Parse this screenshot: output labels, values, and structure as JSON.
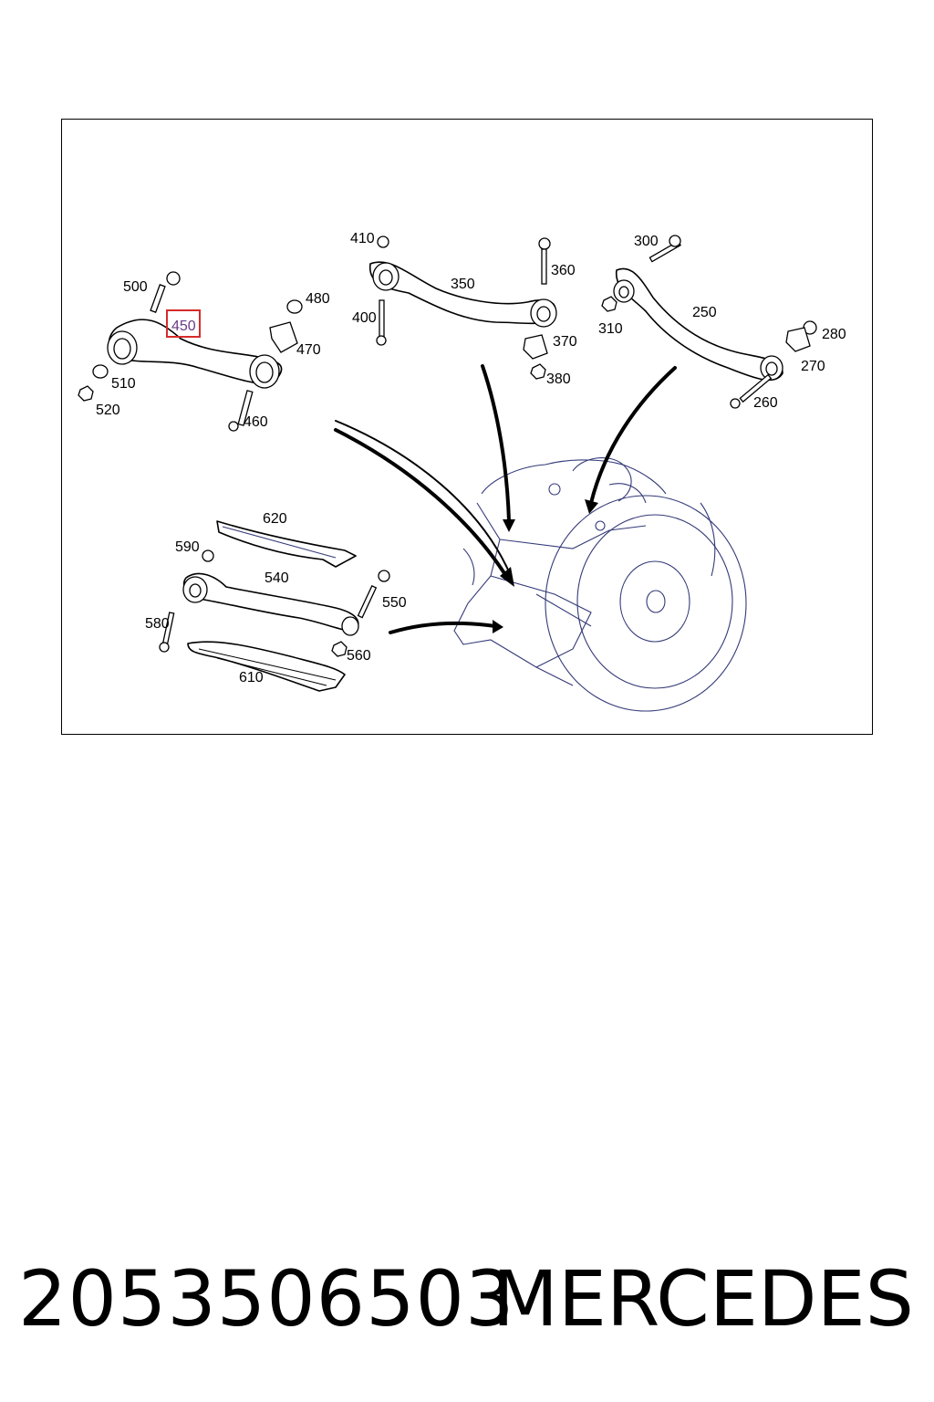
{
  "callouts": {
    "c410": "410",
    "c350": "350",
    "c360": "360",
    "c400": "400",
    "c370": "370",
    "c380": "380",
    "c300": "300",
    "c250": "250",
    "c310": "310",
    "c280": "280",
    "c270": "270",
    "c260": "260",
    "c500": "500",
    "c450": "450",
    "c480": "480",
    "c470": "470",
    "c510": "510",
    "c520": "520",
    "c460": "460",
    "c620": "620",
    "c590": "590",
    "c540": "540",
    "c550": "550",
    "c580": "580",
    "c560": "560",
    "c610": "610"
  },
  "highlighted_part": "450",
  "colors": {
    "highlight": "#d62b2b",
    "assembly_line": "#343a78"
  },
  "footer": {
    "part_number": "2053506503",
    "brand": "MERCEDES"
  }
}
